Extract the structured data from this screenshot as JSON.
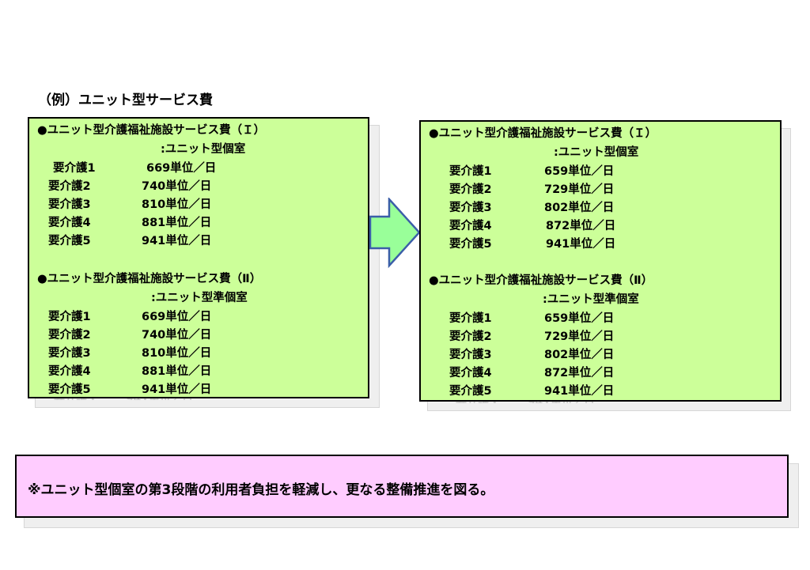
{
  "heading": "（例）ユニット型サービス費",
  "left_box": {
    "section1": {
      "title": "●ユニット型介護福祉施設サービス費（Ｉ）",
      "subtitle": ":ユニット型個室",
      "rows": [
        {
          "level": "要介護1",
          "units": "669単位／日"
        },
        {
          "level": "要介護2",
          "units": "740単位／日"
        },
        {
          "level": "要介護3",
          "units": "810単位／日"
        },
        {
          "level": "要介護4",
          "units": "881単位／日"
        },
        {
          "level": "要介護5",
          "units": "941単位／日"
        }
      ]
    },
    "section2": {
      "title": "●ユニット型介護福祉施設サービス費（Ⅱ）",
      "subtitle": ":ユニット型準個室",
      "rows": [
        {
          "level": "要介護1",
          "units": "669単位／日"
        },
        {
          "level": "要介護2",
          "units": "740単位／日"
        },
        {
          "level": "要介護3",
          "units": "810単位／日"
        },
        {
          "level": "要介護4",
          "units": "881単位／日"
        },
        {
          "level": "要介護5",
          "units": "941単位／日"
        }
      ]
    }
  },
  "right_box": {
    "section1": {
      "title": "●ユニット型介護福祉施設サービス費（Ｉ）",
      "subtitle": ":ユニット型個室",
      "rows": [
        {
          "level": "要介護1",
          "units": "659単位／日"
        },
        {
          "level": "要介護2",
          "units": "729単位／日"
        },
        {
          "level": "要介護3",
          "units": "802単位／日"
        },
        {
          "level": "要介護4",
          "units": "872単位／日"
        },
        {
          "level": "要介護5",
          "units": "941単位／日"
        }
      ]
    },
    "section2": {
      "title": "●ユニット型介護福祉施設サービス費（Ⅱ）",
      "subtitle": ":ユニット型準個室",
      "rows": [
        {
          "level": "要介護1",
          "units": "659単位／日"
        },
        {
          "level": "要介護2",
          "units": "729単位／日"
        },
        {
          "level": "要介護3",
          "units": "802単位／日"
        },
        {
          "level": "要介護4",
          "units": "872単位／日"
        },
        {
          "level": "要介護5",
          "units": "941単位／日"
        }
      ]
    }
  },
  "note": "※ユニット型個室の第3段階の利用者負担を軽減し、更なる整備推進を図る。",
  "colors": {
    "box_fill": "#ccff99",
    "note_fill": "#ffccff",
    "arrow_fill": "#99ff99",
    "arrow_stroke": "#3b5ea8"
  }
}
